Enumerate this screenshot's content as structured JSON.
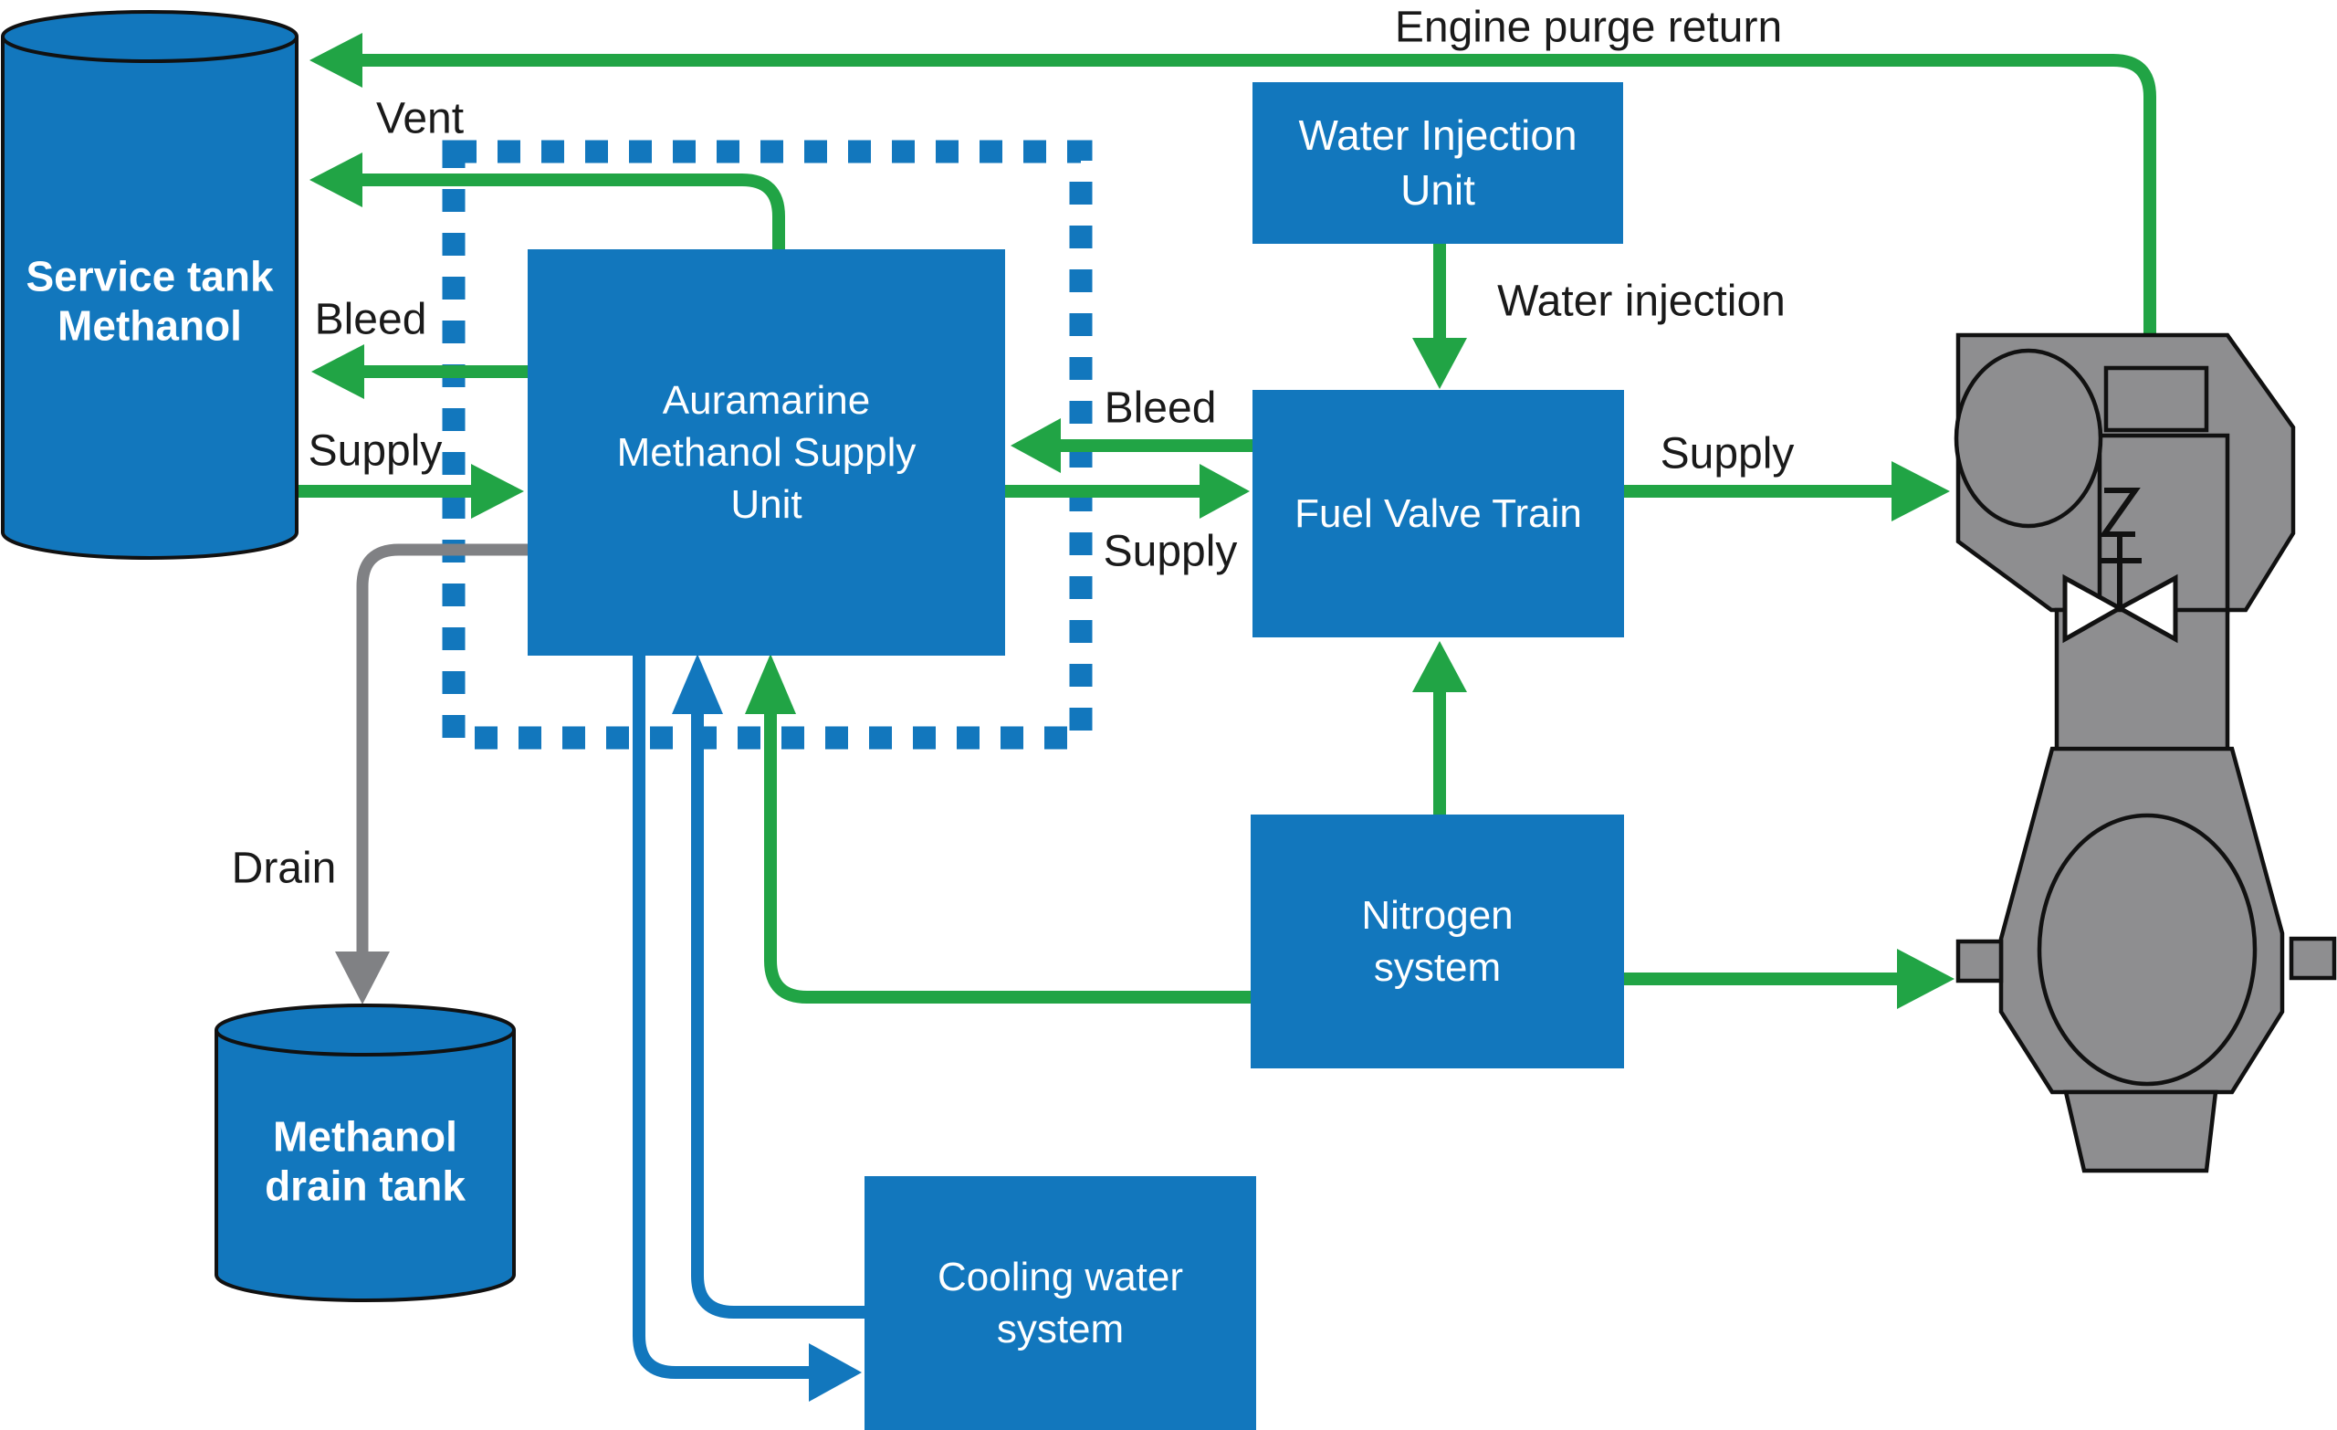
{
  "diagram": {
    "type": "process-flow-diagram",
    "subject": "Methanol fuel supply system"
  },
  "colors": {
    "box_blue": "#1277BD",
    "flow_green": "#21A445",
    "flow_blue": "#1277BD",
    "flow_gray": "#808184",
    "engine_gray": "#8E8E90",
    "outline_black": "#111111",
    "label_black": "#1A1A1A",
    "text_white": "#FFFFFF"
  },
  "tanks": {
    "service_tank": {
      "label": "Service tank Methanol"
    },
    "drain_tank": {
      "label": "Methanol drain tank"
    }
  },
  "boxes": {
    "amsu": {
      "label": "Auramarine Methanol Supply Unit"
    },
    "water_injection_unit": {
      "label": "Water Injection Unit"
    },
    "fuel_valve_train": {
      "label": "Fuel Valve Train"
    },
    "nitrogen_system": {
      "label": "Nitrogen system"
    },
    "cooling_water_system": {
      "label": "Cooling water system"
    }
  },
  "flow_labels": {
    "engine_purge_return": "Engine purge return",
    "vent": "Vent",
    "bleed_to_tank": "Bleed",
    "supply_from_tank": "Supply",
    "drain": "Drain",
    "water_injection": "Water injection",
    "bleed_to_amsu": "Bleed",
    "supply_to_fvt": "Supply",
    "supply_to_engine": "Supply"
  }
}
